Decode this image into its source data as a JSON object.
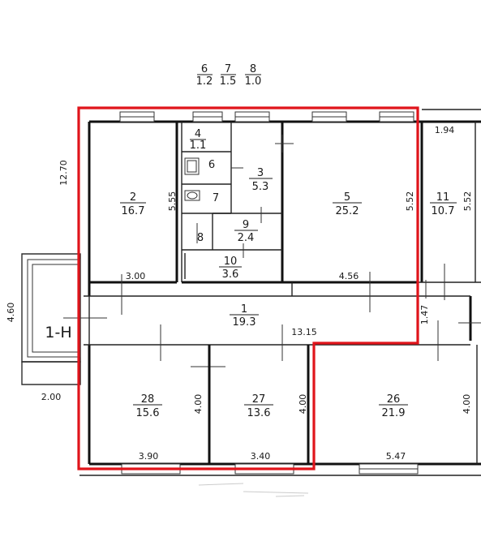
{
  "legend": [
    {
      "num": "6",
      "area": "1.2"
    },
    {
      "num": "7",
      "area": "1.5"
    },
    {
      "num": "8",
      "area": "1.0"
    }
  ],
  "rooms": {
    "r2": {
      "num": "2",
      "area": "16.7"
    },
    "r3": {
      "num": "3",
      "area": "5.3"
    },
    "r4": {
      "num": "4",
      "area": "1.1"
    },
    "r5": {
      "num": "5",
      "area": "25.2"
    },
    "r6": {
      "num": "6"
    },
    "r7": {
      "num": "7"
    },
    "r8": {
      "num": "8"
    },
    "r9": {
      "num": "9",
      "area": "2.4"
    },
    "r10": {
      "num": "10",
      "area": "3.6"
    },
    "r11": {
      "num": "11",
      "area": "10.7"
    },
    "r1": {
      "num": "1",
      "area": "19.3"
    },
    "r26": {
      "num": "26",
      "area": "21.9"
    },
    "r27": {
      "num": "27",
      "area": "13.6"
    },
    "r28": {
      "num": "28",
      "area": "15.6"
    }
  },
  "dimensions": {
    "total_height": "12.70",
    "left_wing_height": "4.60",
    "left_wing_width": "2.00",
    "r2_height": "5.55",
    "r2_width": "3.00",
    "r5_height": "5.52",
    "r5_width": "4.56",
    "r11_width": "1.94",
    "r11_height": "5.52",
    "corridor_length": "13.15",
    "corridor_width": "1.47",
    "r28_height": "4.00",
    "r28_width": "3.90",
    "r27_height": "4.00",
    "r27_width": "3.40",
    "r26_height": "4.00",
    "r26_width": "5.47"
  },
  "entrance_label": "1-Н",
  "highlight_color": "#e0141b"
}
